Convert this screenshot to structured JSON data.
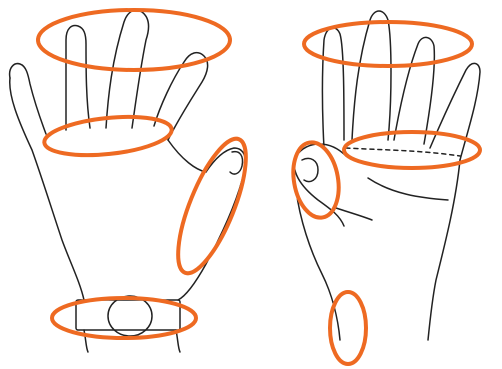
{
  "illustration": {
    "subject": "hand-illustration",
    "panels": [
      "back-of-hand",
      "palm-of-hand"
    ]
  },
  "colors": {
    "background": "#ffffff",
    "outline": "#222222",
    "highlight": "#ee6a22"
  },
  "highlighted_regions": [
    "back-fingertips",
    "back-knuckles",
    "back-thumb",
    "back-wrist-band",
    "palm-fingertips",
    "palm-finger-base",
    "palm-thumb",
    "palm-wrist-edge"
  ]
}
